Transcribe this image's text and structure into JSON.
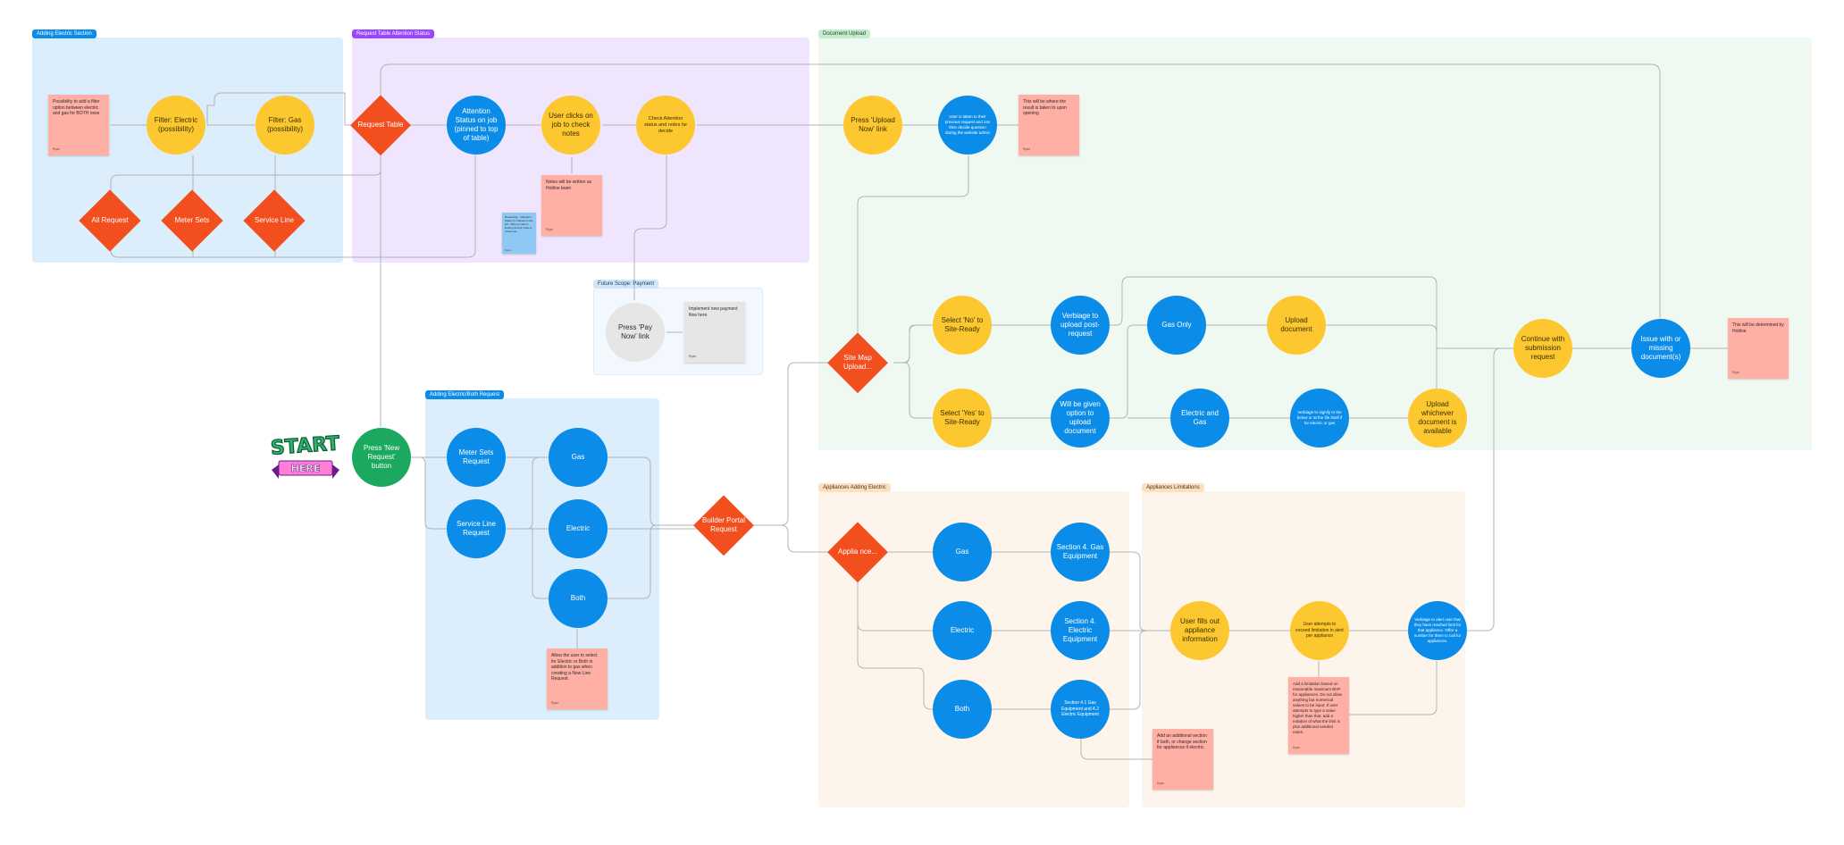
{
  "sections": [
    {
      "id": "sec-electric",
      "label": "Adding Electric Section",
      "fill": "#dcedfb",
      "tag": "#0c8ce9",
      "tag_text": "#ffffff"
    },
    {
      "id": "sec-attention",
      "label": "Request Table Attention Status",
      "fill": "#efe5fd",
      "tag": "#9747ff",
      "tag_text": "#ffffff"
    },
    {
      "id": "sec-upload",
      "label": "Document Upload",
      "fill": "#f0f9f1",
      "tag": "#c6ecd0",
      "tag_text": "#1b4d2e"
    },
    {
      "id": "sec-payment",
      "label": "Future Scope: Payment",
      "fill": "#f3f8fe",
      "tag": "#cfe6fa",
      "tag_text": "#1b3d5e"
    },
    {
      "id": "sec-elecboth",
      "label": "Adding Electric/Both Request",
      "fill": "#dcedfb",
      "tag": "#0c8ce9",
      "tag_text": "#ffffff"
    },
    {
      "id": "sec-appliances",
      "label": "Appliances Adding Electric",
      "fill": "#fdf5ec",
      "tag": "#fde0bd",
      "tag_text": "#4d3210"
    },
    {
      "id": "sec-limits",
      "label": "Appliances Limitations",
      "fill": "#fdf5ec",
      "tag": "#fde0bd",
      "tag_text": "#4d3210"
    }
  ],
  "nodes": {
    "filter_electric": "Filter: Electric (possibility)",
    "filter_gas": "Filter: Gas (possibility)",
    "request_table": "Request Table",
    "all_request": "All Request",
    "meter_sets": "Meter Sets",
    "service_line": "Service Line",
    "attention_status": "Attention Status on job (pinned to top of table)",
    "user_clicks_notes": "User clicks on job to check notes",
    "check_attention": "Check Attention status and notes he decide",
    "press_upload_now": "Press 'Upload Now' link",
    "user_taken_doc": "User is taken to their previous request and can then decide question during the website admin",
    "site_map_upload": "Site Map Upload...",
    "select_no": "Select 'No' to Site-Ready",
    "select_yes": "Select 'Yes' to Site-Ready",
    "verbiage_upload_post": "Verbiage to upload post-request",
    "given_option_upload": "Will be given option to upload document",
    "gas_only": "Gas Only",
    "upload_document": "Upload document",
    "electric_and_gas": "Electric and Gas",
    "verbiage_signify": "Verbiage to signify to the below or at the file itself if for electric or gas",
    "upload_whichever": "Upload whichever document is available",
    "continue_submission": "Continue with submission request",
    "issue_missing": "Issue with or missing document(s)",
    "press_pay_now": "Press 'Pay Now' link",
    "press_new_request": "Press 'New Request' button",
    "meter_sets_request": "Meter Sets Request",
    "service_line_request": "Service Line Request",
    "gas_req": "Gas",
    "electric_req": "Electric",
    "both_req": "Both",
    "builder_portal_request": "Builder Portal Request",
    "appliance": "Applia nce...",
    "app_gas": "Gas",
    "app_electric": "Electric",
    "app_both": "Both",
    "section4_gas_equipment": "Section 4. Gas Equipment",
    "section4_electric_equipment": "Section 4. Electric Equipment",
    "section41_gas_electric": "Section 4.1 Gas Equipment and 4.2 Electric Equipment",
    "user_fills_appliance": "User fills out appliance information",
    "user_attempts_exceed": "User attempts to exceed limitation in alert per appliance",
    "verbiage_alert_user": "Verbiage to alert user that they have reached limit for that appliance. Offer a number for them to call for appliances."
  },
  "stickies": {
    "possibility_filter": {
      "text": "Possibility to add a filter option between electric and gas for BOTH rows",
      "author": "Ryan"
    },
    "notes_written_hotline": {
      "text": "Notes will be written as Hotline team",
      "author": "Ryan"
    },
    "small_blue_note": {
      "text": "Reasoning: - Attention Status is marked on the job - When a user is looking at their notes a visual cue",
      "author": "Ryan"
    },
    "allow_user_return": {
      "text": "This will be where the result is taken to upon opening",
      "author": "Ryan"
    },
    "implement_payment": {
      "text": "Implement new payment flow here.",
      "author": "Ryan"
    },
    "determined_hotline": {
      "text": "This will be determined by Hotline",
      "author": "Ryan"
    },
    "allow_electric_both": {
      "text": "Allow the user to select for Electric or Both in addition to gas when creating a New Line Request.",
      "author": "Ryan"
    },
    "additional_section": {
      "text": "Add an additional section if both, or change section for appliances if electric.",
      "author": "Ryan"
    },
    "limitation_based": {
      "text": "Add a limitation based on reasonable maximum BHP for appliances. Do not allow anything but numerical values to be input. If user attempts to type a value higher than that, add a notation of what the limit is plus additional needed notes.",
      "author": "Ryan"
    }
  },
  "start_badge": {
    "line1": "START",
    "line2": "HERE"
  },
  "colors": {
    "yellow": "#fdc82f",
    "blue": "#0c8ce9",
    "red": "#f24e1e",
    "green": "#1aa95f",
    "grey": "#e6e6e6",
    "connector": "#b3b3b3",
    "start_green": "#2fb36b",
    "start_pink": "#ff7ed6"
  }
}
